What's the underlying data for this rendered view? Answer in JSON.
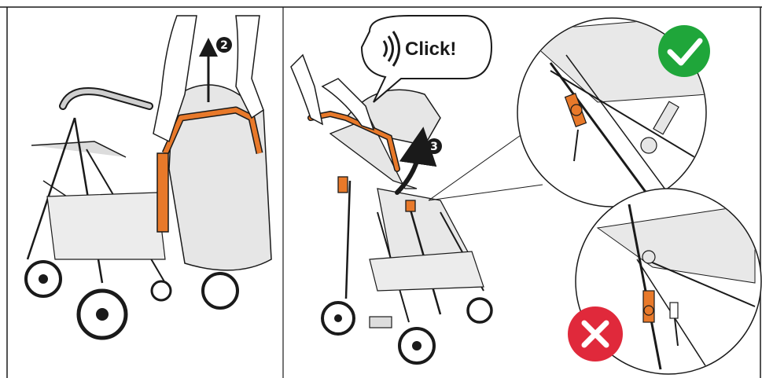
{
  "instruction": {
    "panel_left": {
      "step_label": "2"
    },
    "panel_right": {
      "step_label": "3",
      "sound_text": "Click!"
    },
    "status": {
      "correct_label": "✓",
      "incorrect_label": "✕"
    }
  },
  "colors": {
    "accent_orange": "#e8792a",
    "correct_green": "#1fa63a",
    "incorrect_red": "#e0293b",
    "line_dark": "#1a1a1a",
    "fill_grey": "#e6e6e6"
  }
}
